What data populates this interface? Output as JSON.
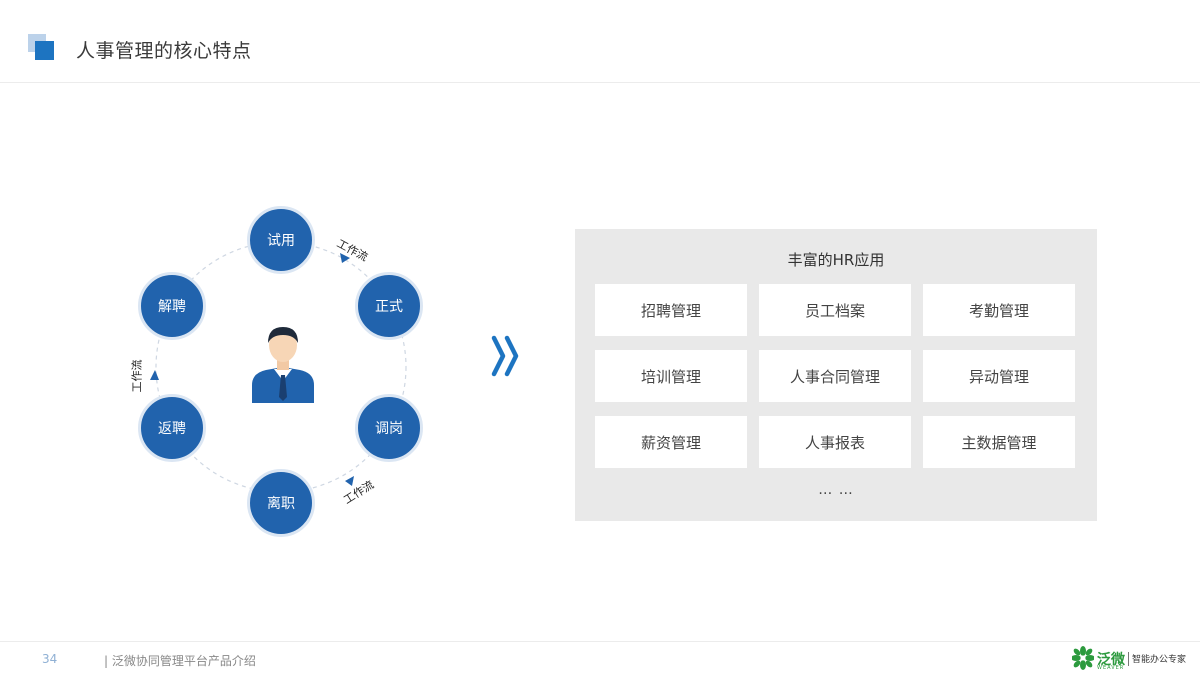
{
  "header": {
    "title": "人事管理的核心特点"
  },
  "cycle": {
    "center_icon": "person-icon",
    "nodes": [
      "试用",
      "正式",
      "调岗",
      "离职",
      "返聘",
      "解聘"
    ],
    "workflow_labels": [
      "工作流",
      "工作流",
      "工作流"
    ]
  },
  "panel": {
    "title": "丰富的HR应用",
    "items": [
      "招聘管理",
      "员工档案",
      "考勤管理",
      "培训管理",
      "人事合同管理",
      "异动管理",
      "薪资管理",
      "人事报表",
      "主数据管理"
    ],
    "more": "… …"
  },
  "footer": {
    "page_number": "34",
    "text": "| 泛微协同管理平台产品介绍",
    "logo_name": "泛微",
    "logo_subtext": "WEAVER",
    "slogan": "智能办公专家"
  },
  "colors": {
    "node_blue": "#2163ad",
    "accent": "#1d74c1",
    "panel_bg": "#e9e9e9",
    "logo_green": "#2c9a3e"
  }
}
